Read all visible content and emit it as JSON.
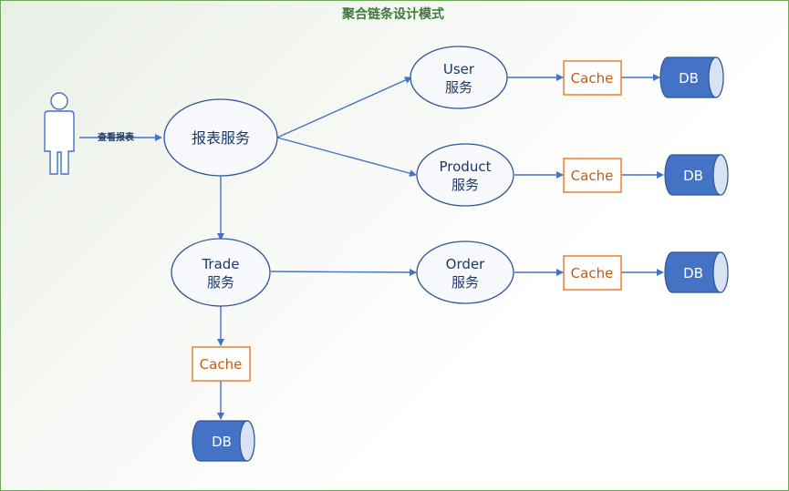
{
  "title": "聚合链条设计模式",
  "user_action": "查看报表",
  "nodes": {
    "report": [
      "报表服务"
    ],
    "user": [
      "User",
      "服务"
    ],
    "product": [
      "Product",
      "服务"
    ],
    "trade": [
      "Trade",
      "服务"
    ],
    "order": [
      "Order",
      "服务"
    ]
  },
  "cache_label": "Cache",
  "db_label": "DB",
  "colors": {
    "border": "#6fa85a",
    "title": "#3b7a3b",
    "node_stroke": "#2f5597",
    "node_text": "#1f3864",
    "cache_stroke": "#ed7d31",
    "cache_text": "#c55a11",
    "db_fill": "#4472c4",
    "arrow": "#4472c4"
  }
}
